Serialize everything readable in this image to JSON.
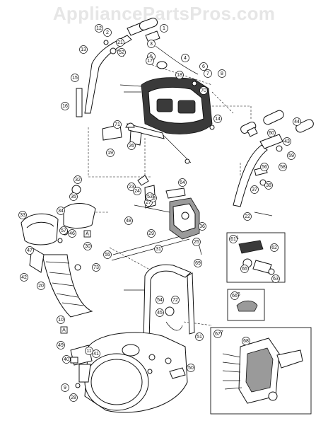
{
  "watermark": "AppliancePartsPros.com",
  "callouts": [
    "1",
    "2",
    "3",
    "4",
    "5",
    "6",
    "7",
    "8",
    "9",
    "10",
    "11",
    "12",
    "13",
    "14",
    "15",
    "16",
    "17",
    "18",
    "19",
    "20",
    "21",
    "22",
    "23",
    "24",
    "25",
    "26",
    "27",
    "28",
    "29",
    "30",
    "31",
    "32",
    "33",
    "34",
    "35",
    "36",
    "37",
    "38",
    "39",
    "40",
    "41",
    "42",
    "43",
    "44",
    "45",
    "46",
    "47",
    "48",
    "49",
    "50",
    "51",
    "52",
    "53",
    "54",
    "55",
    "56",
    "57",
    "58",
    "59",
    "60",
    "61",
    "62",
    "63",
    "64",
    "65",
    "66",
    "67",
    "68",
    "69",
    "70",
    "71",
    "72",
    "73"
  ],
  "insets": {
    "box_a_label": "A",
    "box_61_label": "61",
    "box_66_label": "66",
    "box_67_label": "67"
  }
}
